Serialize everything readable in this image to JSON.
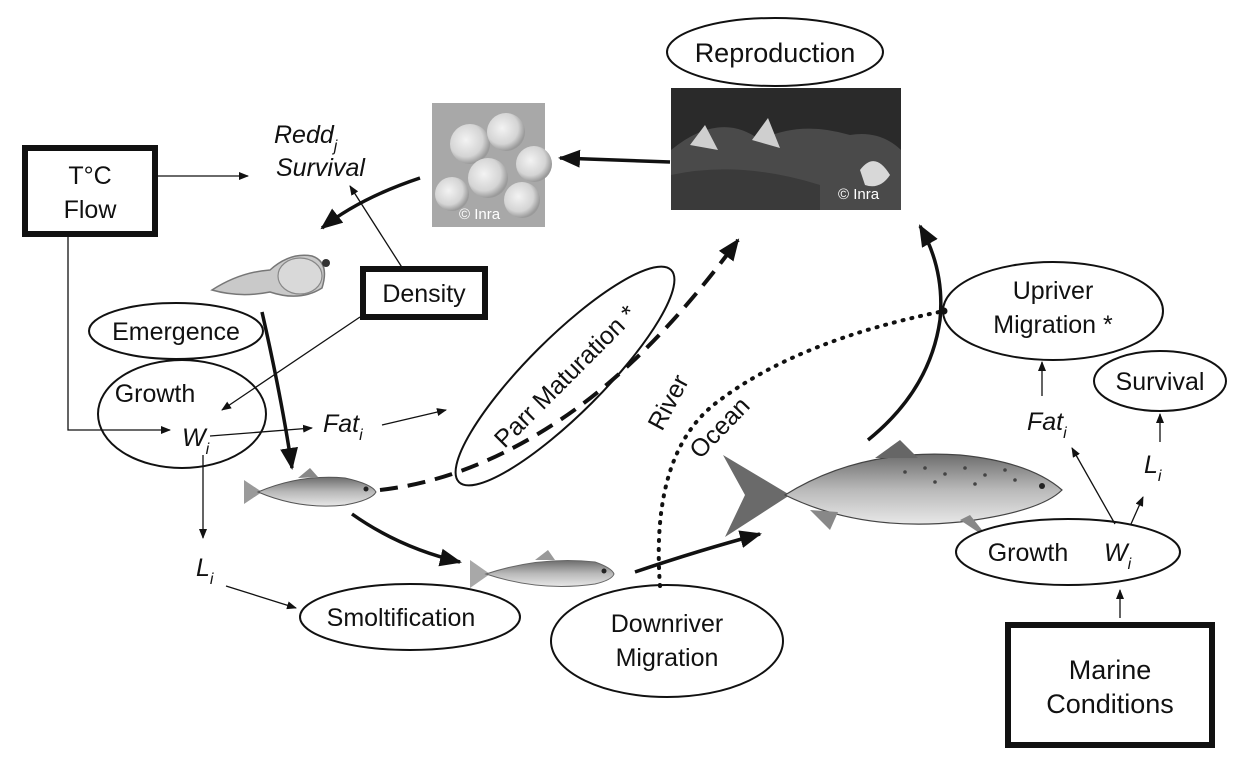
{
  "nodes": {
    "reproduction": "Reproduction",
    "redd_main": "Redd",
    "redd_sub": "j",
    "survival_redd": "Survival",
    "temp_flow_line1": "T°C",
    "temp_flow_line2": "Flow",
    "density": "Density",
    "emergence": "Emergence",
    "growth_river": "Growth",
    "w_river_main": "W",
    "w_river_sub": "i",
    "fat_river_main": "Fat",
    "fat_river_sub": "i",
    "parr_maturation": "Parr Maturation *",
    "l_river_main": "L",
    "l_river_sub": "i",
    "smoltification": "Smoltification",
    "downriver_line1": "Downriver",
    "downriver_line2": "Migration",
    "river": "River",
    "ocean": "Ocean",
    "upriver_line1": "Upriver",
    "upriver_line2": "Migration *",
    "fat_ocean_main": "Fat",
    "fat_ocean_sub": "i",
    "survival_ocean": "Survival",
    "l_ocean_main": "L",
    "l_ocean_sub": "i",
    "growth_ocean": "Growth",
    "w_ocean_main": "W",
    "w_ocean_sub": "i",
    "marine_line1": "Marine",
    "marine_line2": "Conditions"
  },
  "credits": {
    "eggs": "© Inra",
    "spawners": "© Inra"
  }
}
